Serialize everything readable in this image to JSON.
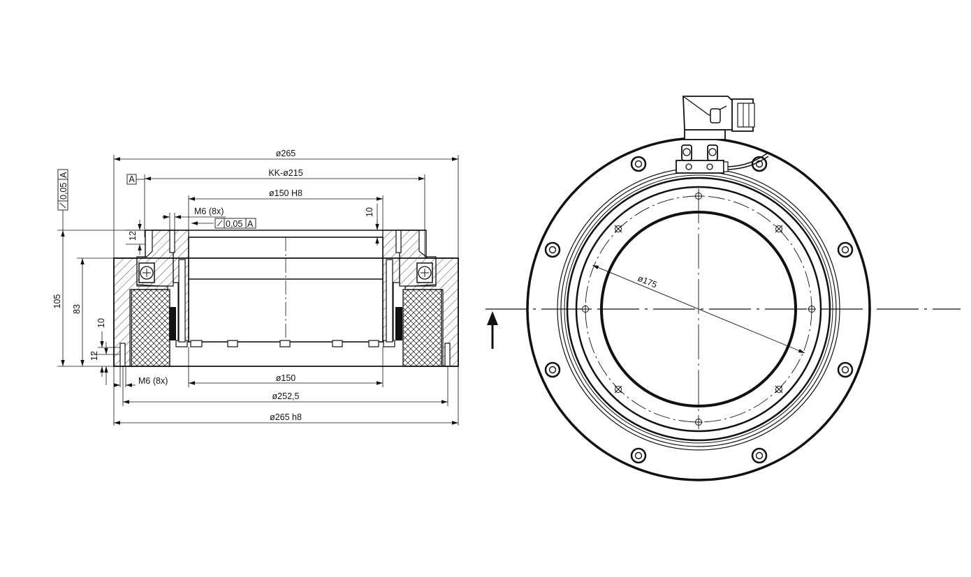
{
  "drawing": {
    "colors": {
      "line": "#111111",
      "background": "#ffffff"
    },
    "section_view": {
      "dims": {
        "d265": "ø265",
        "kk215": "KK-ø215",
        "d150h8": "ø150 H8",
        "m6_top": "M6 (8x)",
        "tol_top": "0,05",
        "datum_top": "A",
        "ten_top": "10",
        "twelve_top": "12",
        "tol_left": "0,05",
        "datum_left": "A",
        "datum_box": "A",
        "h105": "105",
        "h83": "83",
        "h10": "10",
        "h12": "12",
        "m6_bottom": "M6 (8x)",
        "d150": "ø150",
        "d252_5": "ø252,5",
        "d265h8": "ø265 h8"
      }
    },
    "front_view": {
      "dims": {
        "d175": "ø175"
      },
      "icons": [
        "connector-icon",
        "view-arrow-icon"
      ]
    }
  }
}
